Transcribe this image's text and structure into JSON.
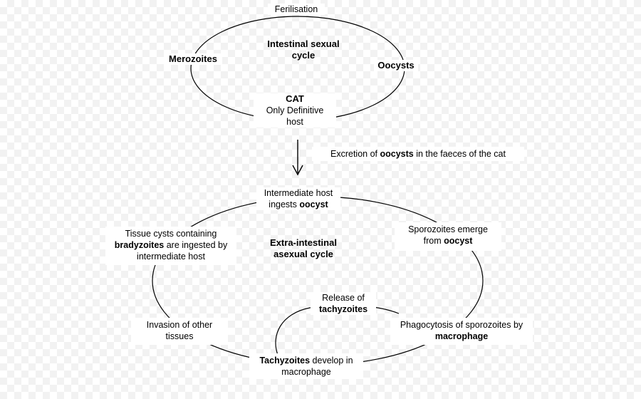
{
  "top_cycle": {
    "fertilisation": "Ferilisation",
    "title_line1": "Intestinal sexual",
    "title_line2": "cycle",
    "merozoites": "Merozoites",
    "oocysts": "Oocysts",
    "cat": "CAT",
    "only_definitive": "Only Definitive",
    "host": "host"
  },
  "transition": {
    "excretion_pre": "Excretion of ",
    "excretion_bold": "oocysts",
    "excretion_post": " in the faeces of the cat"
  },
  "bottom_cycle": {
    "intermediate_line1": "Intermediate host",
    "intermediate_pre": "ingests ",
    "intermediate_bold": "oocyst",
    "title_line1": "Extra-intestinal",
    "title_line2": "asexual cycle",
    "tissue_line1": "Tissue cysts containing",
    "tissue_bold": "bradyzoites",
    "tissue_line2_post": " are ingested by",
    "tissue_line3": "intermediate host",
    "sporo_line1": "Sporozoites emerge",
    "sporo_pre": "from ",
    "sporo_bold": "oocyst",
    "release_line1": "Release of",
    "release_bold": "tachyzoites",
    "invasion_line1": "Invasion of other",
    "invasion_line2": "tissues",
    "phago_line1": "Phagocytosis of sporozoites by",
    "phago_bold": "macrophage",
    "tachy_bold": "Tachyzoites",
    "tachy_line1_post": " develop in",
    "tachy_line2": "macrophage"
  }
}
